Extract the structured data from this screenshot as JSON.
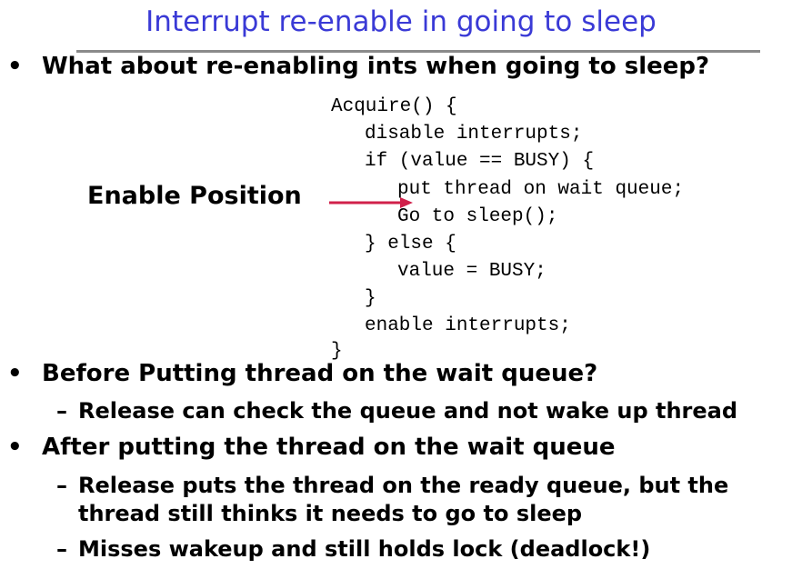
{
  "slide": {
    "title": "Interrupt re-enable in going to sleep",
    "bullet_glyph": "•",
    "dash_glyph": "–",
    "bullets": [
      {
        "text": "What about re-enabling ints when going to sleep?"
      },
      {
        "text": "Before Putting thread on the wait queue?"
      },
      {
        "text": "After putting the thread on the wait queue"
      }
    ],
    "subbullets": [
      {
        "text": "Release can check the queue and not wake up thread"
      },
      {
        "text": "Release puts the thread on the ready queue, but the"
      },
      {
        "text": "thread still thinks it needs to go to sleep"
      },
      {
        "text": "Misses wakeup and still holds lock (deadlock!)"
      }
    ],
    "code_lines": [
      "Acquire() {",
      "disable interrupts;",
      "if (value == BUSY) {",
      "put thread on wait queue;",
      "Go to sleep();",
      "} else {",
      "value = BUSY;",
      "}",
      "enable interrupts;",
      "}"
    ],
    "enable_label": "Enable Position",
    "colors": {
      "title": "#3a3ad6",
      "rule": "#8a8a8a",
      "arrow": "#d0204a",
      "text": "#000000"
    },
    "icons": {
      "arrow": "arrow-right-icon"
    }
  }
}
